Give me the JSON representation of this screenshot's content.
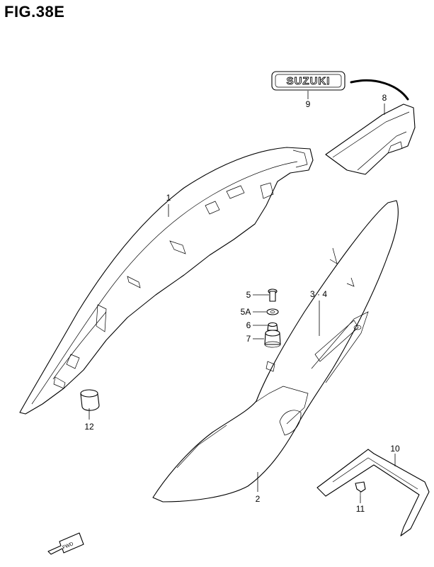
{
  "figure": {
    "title": "FIG.38E"
  },
  "emblem": {
    "text": "SUZUKI"
  },
  "direction_marker": {
    "text": "FWD"
  },
  "callouts": [
    {
      "id": "1",
      "label": "1"
    },
    {
      "id": "2",
      "label": "2"
    },
    {
      "id": "34",
      "label": "3 · 4"
    },
    {
      "id": "5",
      "label": "5"
    },
    {
      "id": "5A",
      "label": "5A"
    },
    {
      "id": "6",
      "label": "6"
    },
    {
      "id": "7",
      "label": "7"
    },
    {
      "id": "8",
      "label": "8"
    },
    {
      "id": "9",
      "label": "9"
    },
    {
      "id": "10",
      "label": "10"
    },
    {
      "id": "11",
      "label": "11"
    },
    {
      "id": "12",
      "label": "12"
    }
  ]
}
